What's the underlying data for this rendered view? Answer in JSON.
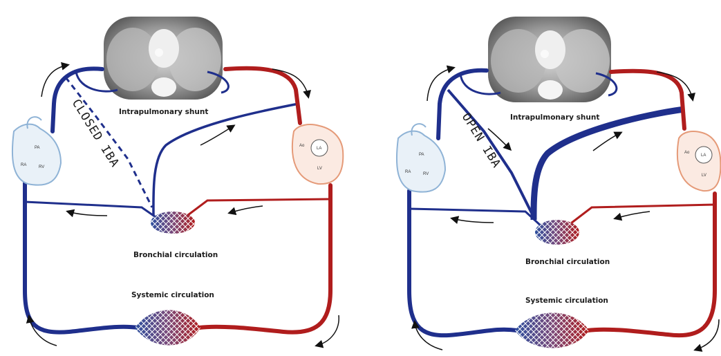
{
  "left_panel": {
    "intrapulmonary_label": "Intrapulmonary shunt",
    "iba_label": "CLOSED IBA",
    "bronchial_label": "Bronchial circulation",
    "systemic_label": "Systemic circulation",
    "right_heart_labels": {
      "pa": "PA",
      "ra": "RA",
      "rv": "RV"
    },
    "left_heart_labels": {
      "ao": "Ao",
      "la": "LA",
      "lv": "LV"
    }
  },
  "right_panel": {
    "intrapulmonary_label": "Intrapulmonary shunt",
    "iba_label": "OPEN IBA",
    "bronchial_label": "Bronchial circulation",
    "systemic_label": "Systemic circulation",
    "right_heart_labels": {
      "pa": "PA",
      "ra": "RA",
      "rv": "RV"
    },
    "left_heart_labels": {
      "ao": "Ao",
      "la": "LA",
      "lv": "LV"
    }
  },
  "colors": {
    "venous": "#1f2f8c",
    "arterial": "#b01d1d",
    "heart_right": "#8fb3d6",
    "heart_left": "#e59a78"
  }
}
